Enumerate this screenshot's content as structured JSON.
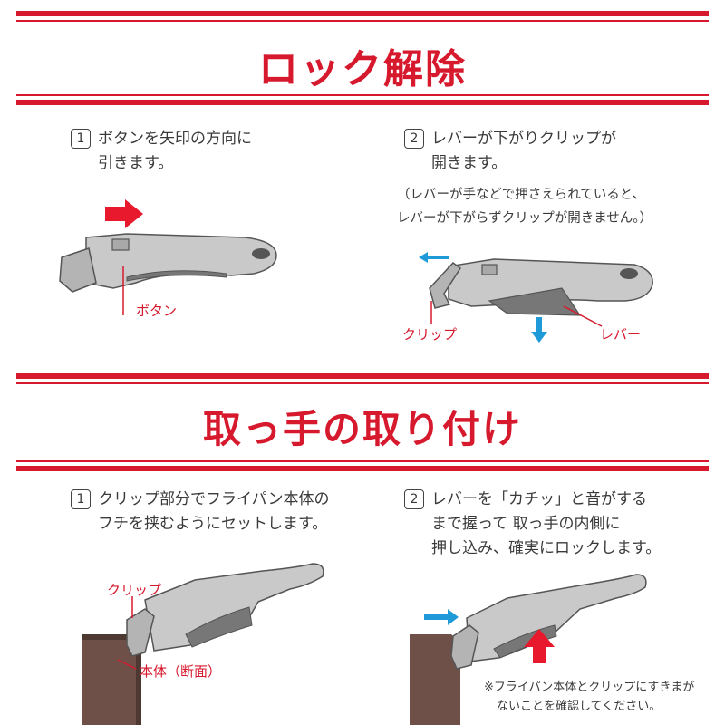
{
  "sections": {
    "unlock": {
      "title": "ロック解除",
      "step1": {
        "number": "1",
        "line1": "ボタンを矢印の方向に",
        "line2": "引きます。"
      },
      "step2": {
        "number": "2",
        "line1": "レバーが下がりクリップが",
        "line2": "開きます。"
      },
      "note": {
        "line1": "（レバーが手などで押さえられていると、",
        "line2": "レバーが下がらずクリップが開きません。）"
      },
      "labels": {
        "button": "ボタン",
        "clip": "クリップ",
        "lever": "レバー"
      }
    },
    "attach": {
      "title": "取っ手の取り付け",
      "step1": {
        "number": "1",
        "line1": "クリップ部分でフライパン本体の",
        "line2": "フチを挟むようにセットします。"
      },
      "step2": {
        "number": "2",
        "line1": "レバーを「カチッ」と音がする",
        "line2": "まで握って 取っ手の内側に",
        "line3": "押し込み、確実にロックします。"
      },
      "labels": {
        "clip": "クリップ",
        "body": "本体（断面）"
      },
      "note": {
        "line1": "※フライパン本体とクリップにすきまが",
        "line2": "ないことを確認してください。"
      }
    }
  },
  "colors": {
    "red": "#d7192e",
    "blue": "#1e9ad8",
    "handle": "#c9c9c9",
    "pan": "#6e5049"
  }
}
